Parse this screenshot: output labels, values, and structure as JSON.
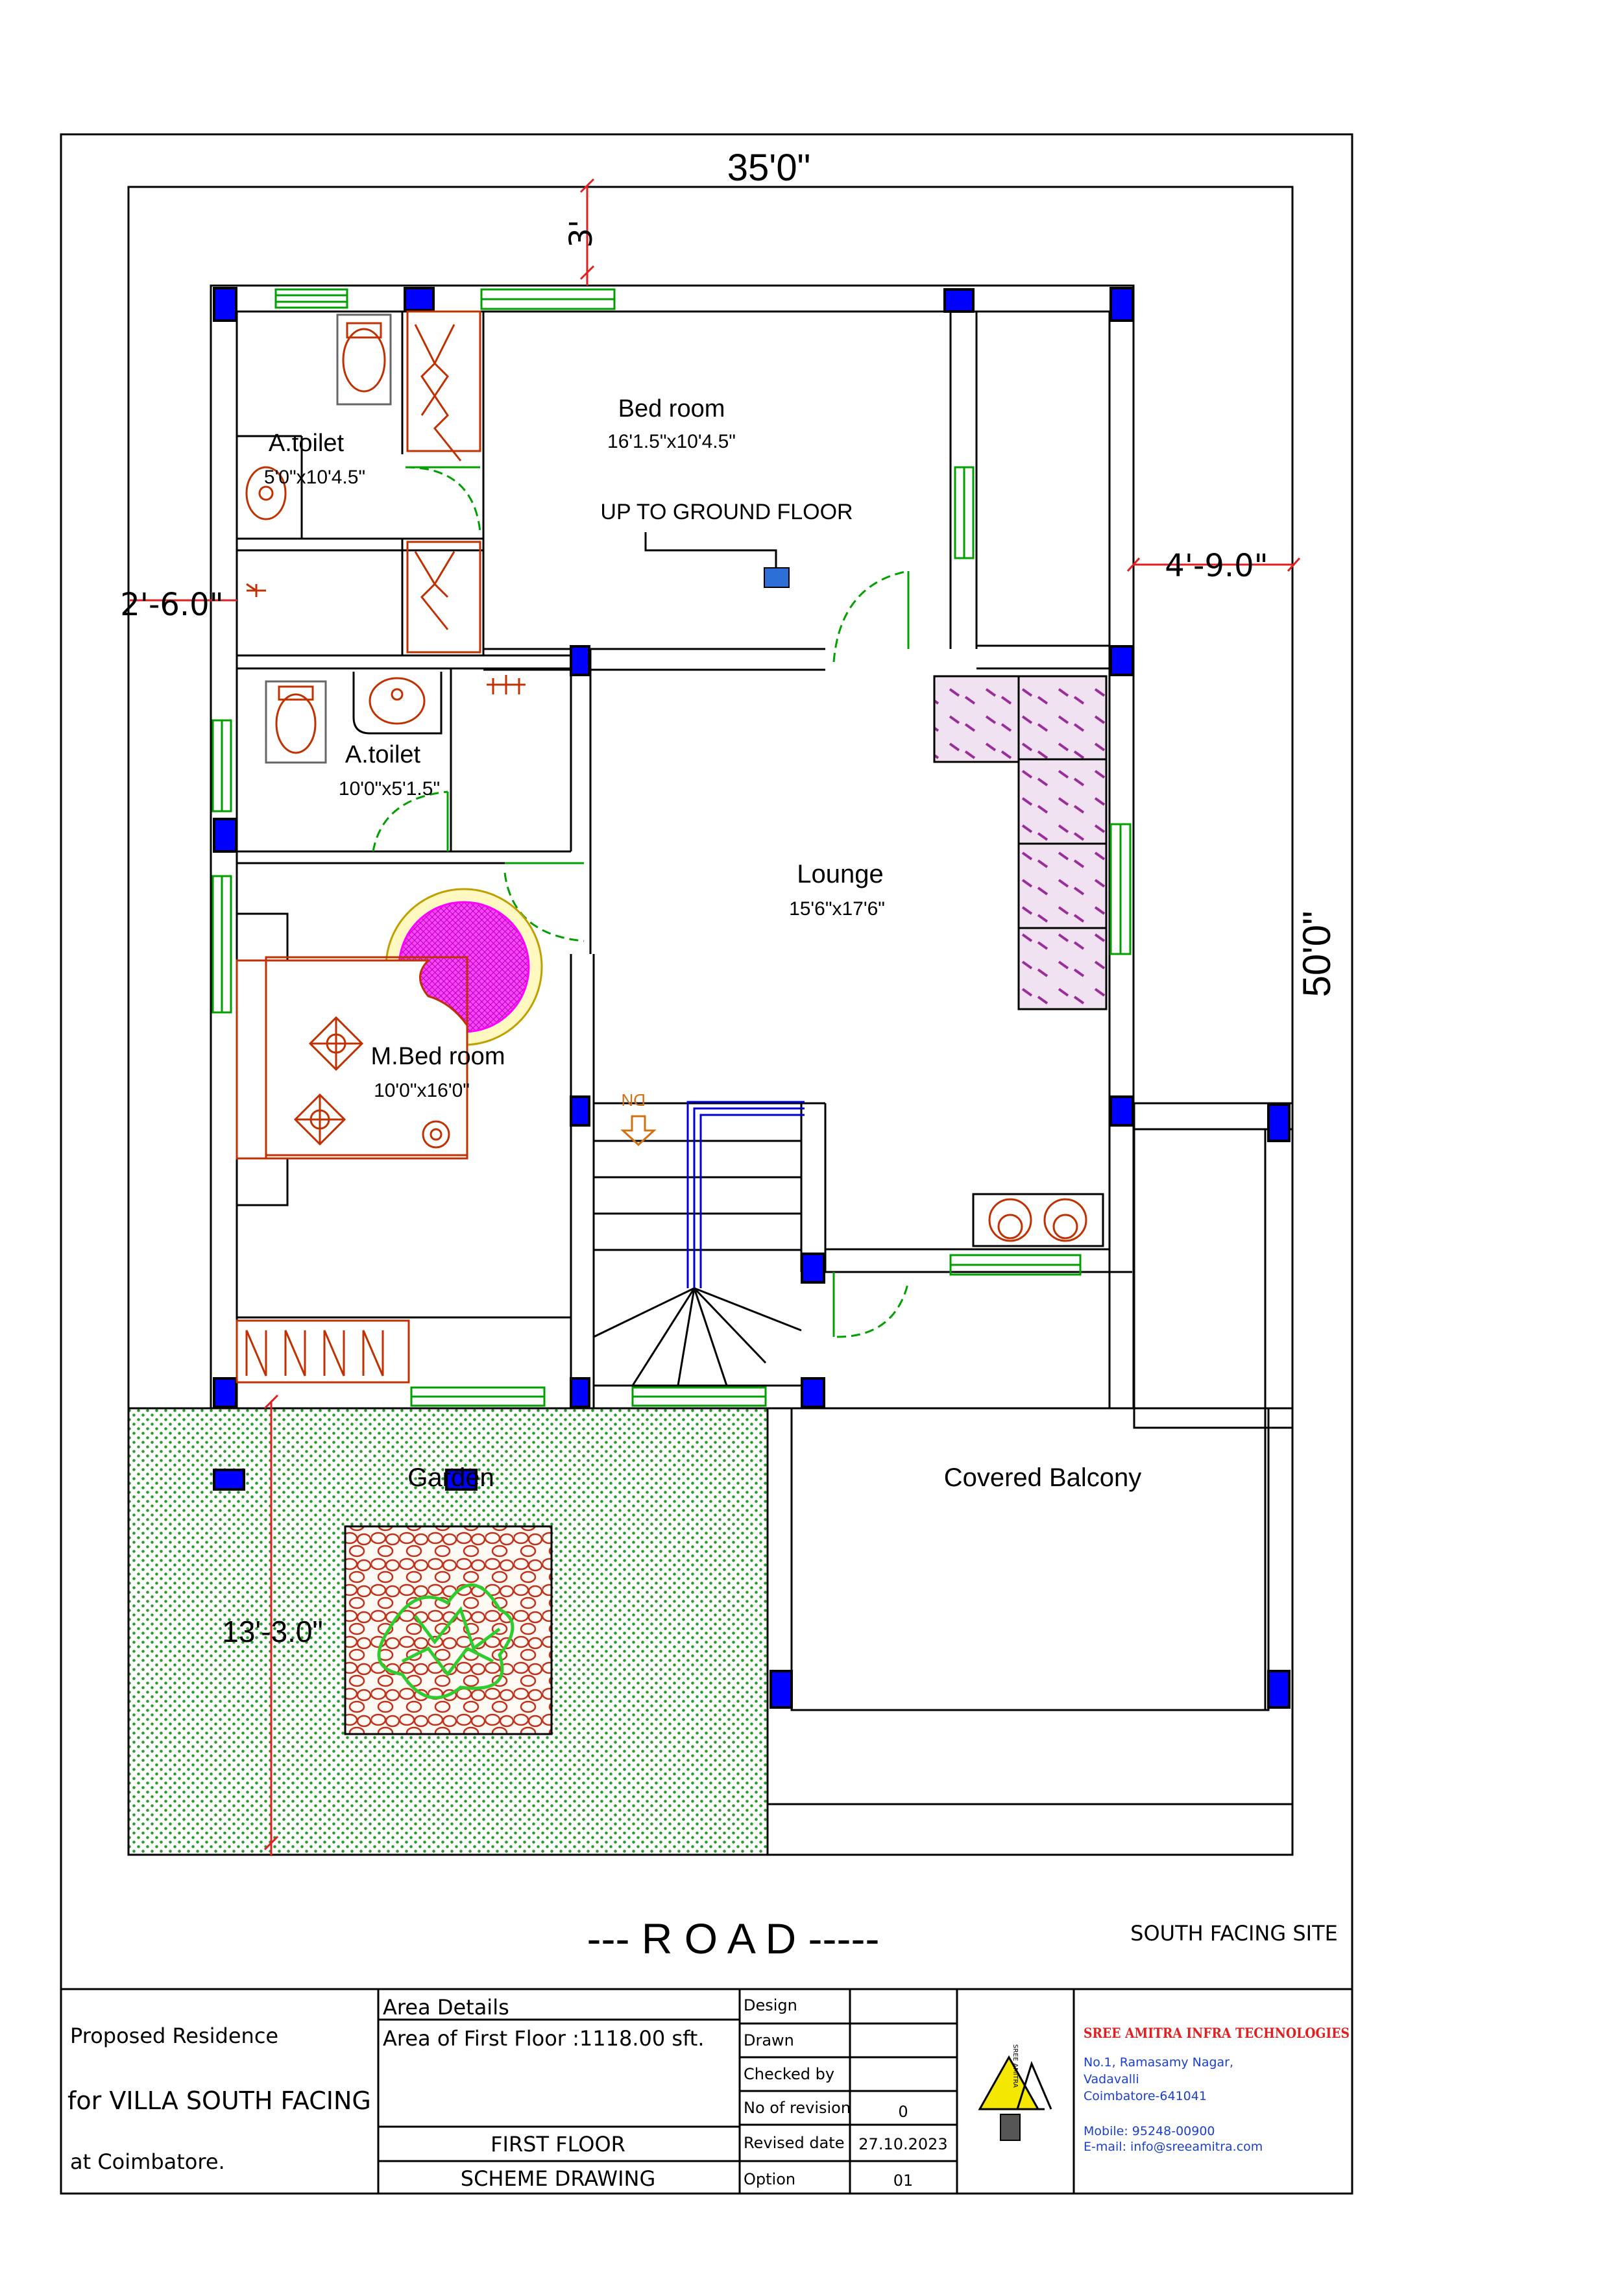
{
  "dimensions": {
    "width_total": "35'0\"",
    "depth_total": "50'0\"",
    "front_setback": "3'",
    "side_gap": "4'-9.0\"",
    "left_gap": "2'-6.0\"",
    "garden_depth": "13'-3.0\""
  },
  "rooms": {
    "bedroom": {
      "name": "Bed room",
      "size": "16'1.5\"x10'4.5\""
    },
    "up_note": "UP TO GROUND FLOOR",
    "toilet1": {
      "name": "A.toilet",
      "size": "5'0\"x10'4.5\""
    },
    "toilet2": {
      "name": "A.toilet",
      "size": "10'0\"x5'1.5\""
    },
    "lounge": {
      "name": "Lounge",
      "size": "15'6\"x17'6\""
    },
    "mbed": {
      "name": "M.Bed room",
      "size": "10'0\"x16'0\""
    },
    "stair_mark": "DN",
    "garden": "Garden",
    "balcony": "Covered Balcony"
  },
  "site": {
    "road": "--- R O A D -----",
    "facing": "SOUTH FACING SITE"
  },
  "title_block": {
    "project_line1": "Proposed Residence",
    "project_line2": "for VILLA SOUTH FACING",
    "project_line3": "at Coimbatore.",
    "area_heading": "Area Details",
    "area_value": "Area of First Floor :1118.00 sft.",
    "floor": "FIRST FLOOR",
    "drawing_type": "SCHEME DRAWING",
    "fields": [
      {
        "label": "Design",
        "value": ""
      },
      {
        "label": "Drawn",
        "value": ""
      },
      {
        "label": "Checked by",
        "value": ""
      },
      {
        "label": "No of revision",
        "value": "0"
      },
      {
        "label": "Revised date",
        "value": "27.10.2023"
      },
      {
        "label": "Option",
        "value": "01"
      }
    ],
    "company": {
      "name": "SREE AMITRA INFRA TECHNOLOGIES",
      "addr1": "No.1, Ramasamy Nagar,",
      "addr2": "Vadavalli",
      "addr3": "Coimbatore-641041",
      "mobile": "Mobile: 95248-00900",
      "email": "E-mail: info@sreeamitra.com",
      "logo_text": "SREE AMITRA"
    }
  },
  "colors": {
    "wall": "#000000",
    "column": "#0000ff",
    "window": "#00a000",
    "fixture": "#c03000",
    "garden": "#2a9a2a",
    "tile": "#9b2d9b",
    "dimension": "#e02020",
    "stair_rail": "#0000cc"
  }
}
